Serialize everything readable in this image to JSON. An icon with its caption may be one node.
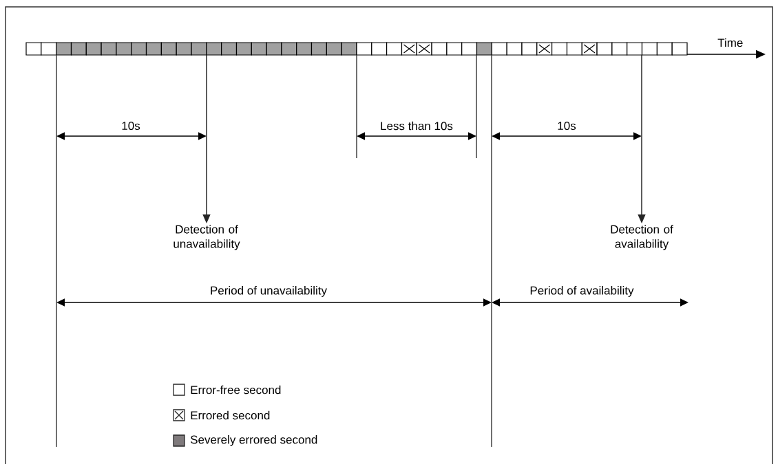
{
  "diagram": {
    "nodes": [
      {
        "text": [
          "Detection of unavailability"
        ]
      },
      {
        "text": [
          "Detection of availability"
        ]
      }
    ],
    "edges": [
      {
        "from": null,
        "to": 0,
        "arrow": "to"
      },
      {
        "from": null,
        "to": 1,
        "arrow": "to"
      }
    ],
    "labels": [
      "Time",
      "10s",
      "Less than 10s",
      "10s",
      "Period of unavailability",
      "Period of availability"
    ],
    "legend": [
      {
        "text": "Error-free second"
      },
      {
        "text": "Errored second"
      },
      {
        "text": "Severely errored second",
        "color": "#7f7a7c"
      }
    ]
  }
}
